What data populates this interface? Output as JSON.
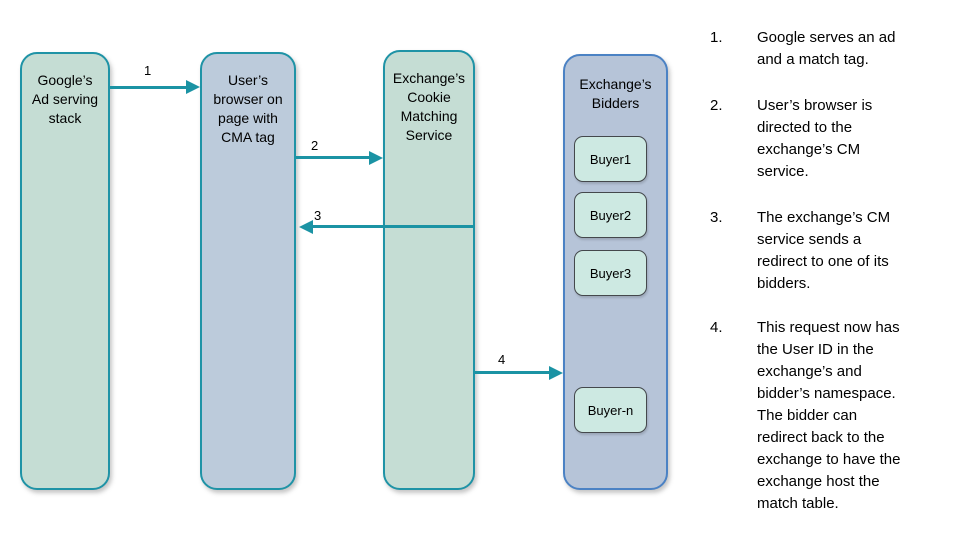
{
  "nodes": {
    "google": {
      "label": "Google’s\nAd serving\nstack"
    },
    "browser": {
      "label": "User’s\nbrowser on\npage with\nCMA tag"
    },
    "cm_service": {
      "label": "Exchange’s\nCookie\nMatching\nService"
    },
    "bidders": {
      "label": "Exchange’s\nBidders",
      "buyers": [
        "Buyer1",
        "Buyer2",
        "Buyer3",
        "Buyer-n"
      ]
    }
  },
  "arrows": [
    {
      "label": "1",
      "from": "google",
      "to": "browser",
      "direction": "right"
    },
    {
      "label": "2",
      "from": "browser",
      "to": "cm_service",
      "direction": "right"
    },
    {
      "label": "3",
      "from": "cm_service",
      "to": "browser",
      "direction": "left"
    },
    {
      "label": "4",
      "from": "cm_service",
      "to": "bidders",
      "direction": "right"
    }
  ],
  "steps": [
    {
      "num": "1.",
      "text": "Google serves an ad\nand a match tag."
    },
    {
      "num": "2.",
      "text": "User’s browser is\ndirected to the\nexchange’s CM\nservice."
    },
    {
      "num": "3.",
      "text": "The exchange’s CM\nservice sends a\nredirect to one of its\nbidders."
    },
    {
      "num": "4.",
      "text": "This request now has\nthe User ID in the\nexchange’s and\nbidder’s namespace.\nThe bidder can\nredirect back to the\nexchange to have the\nexchange host the\nmatch table."
    }
  ],
  "colors": {
    "background": "#ffffff",
    "node_green_fill": "#c5ddd4",
    "node_blue_fill": "#bccbdb",
    "bidders_fill": "#b6c4d8",
    "teal_border": "#1f93a6",
    "bidders_border": "#4b82c4",
    "buyer_fill": "#cde9e2",
    "buyer_border": "#44484c",
    "arrow": "#1b93a4",
    "text": "#000000"
  }
}
